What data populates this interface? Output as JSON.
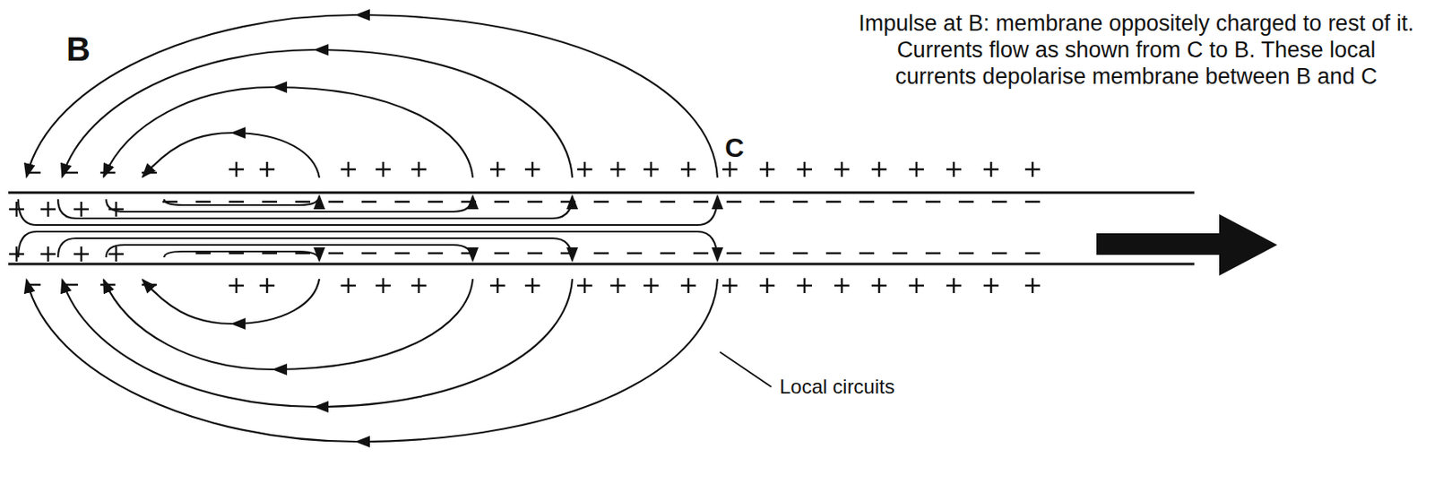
{
  "diagram": {
    "labels": [
      "B",
      "Impulse at B: membrane oppositely charged to rest of it. Currents flow as shown from C to B. These local currents depolarise membrane between B and C",
      "C",
      "Local circuits"
    ]
  }
}
